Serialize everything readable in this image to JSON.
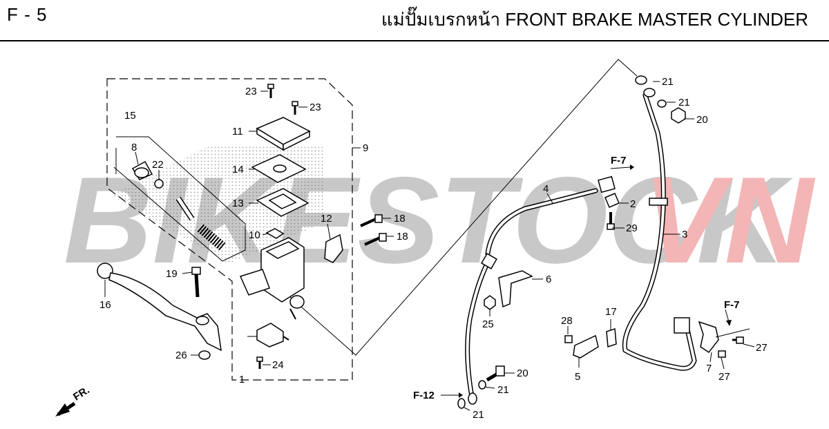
{
  "header": {
    "page_code": "F - 5",
    "title": "แม่ปั๊มเบรกหน้า  FRONT BRAKE MASTER CYLINDER"
  },
  "watermark": {
    "text_main": "BIKESTOCK",
    "text_accent": "VN",
    "color_main": "#c8c8c8",
    "color_accent": "#f3b5b5"
  },
  "references": {
    "f7_top": "F-7",
    "f7_right": "F-7",
    "f12": "F-12",
    "front": "FR."
  },
  "callouts": {
    "c1": "1",
    "c2": "2",
    "c3": "3",
    "c4": "4",
    "c5": "5",
    "c6": "6",
    "c7": "7",
    "c8": "8",
    "c9": "9",
    "c10": "10",
    "c11": "11",
    "c12": "12",
    "c13": "13",
    "c14": "14",
    "c15": "15",
    "c16": "16",
    "c17": "17",
    "c18a": "18",
    "c18b": "18",
    "c19": "19",
    "c20a": "20",
    "c20b": "20",
    "c21a": "21",
    "c21b": "21",
    "c21c": "21",
    "c21d": "21",
    "c22": "22",
    "c23a": "23",
    "c23b": "23",
    "c24": "24",
    "c25": "25",
    "c26": "26",
    "c27a": "27",
    "c27b": "27",
    "c28": "28",
    "c29": "29"
  }
}
